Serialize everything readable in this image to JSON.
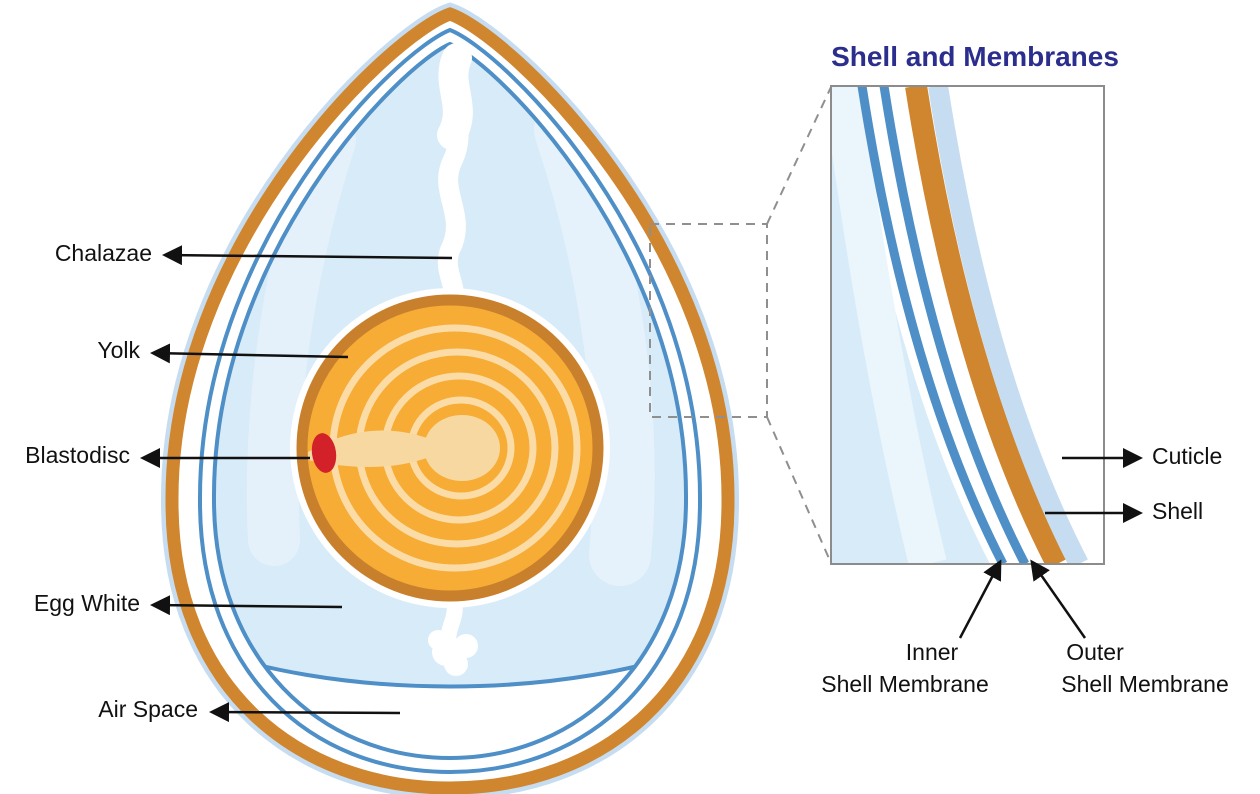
{
  "title": "Shell and Membranes",
  "egg_labels": [
    {
      "id": "chalazae",
      "label": "Chalazae"
    },
    {
      "id": "yolk",
      "label": "Yolk"
    },
    {
      "id": "blastodisc",
      "label": "Blastodisc"
    },
    {
      "id": "egg-white",
      "label": "Egg White"
    },
    {
      "id": "air-space",
      "label": "Air Space"
    }
  ],
  "inset_labels": {
    "cuticle": "Cuticle",
    "shell": "Shell",
    "inner_membrane_line1": "Inner",
    "inner_membrane_line2": "Shell Membrane",
    "outer_membrane_line1": "Outer",
    "outer_membrane_line2": "Shell Membrane"
  },
  "colors": {
    "shell": "#D0862F",
    "shell_dark_ring": "#C9802C",
    "membrane_blue": "#4E8FC7",
    "egg_white_blue": "#D8EBF8",
    "egg_white_light": "#E7F3FB",
    "cuticle_blue": "#C6DDF1",
    "yolk_orange": "#F7AC35",
    "yolk_swirl_light": "#FCDCA6",
    "yolk_center_tan": "#F6D8A0",
    "blastodisc_red": "#D32129",
    "title_indigo": "#2B2E8C",
    "label_black": "#111111",
    "dashed_gray": "#8F8F8F"
  }
}
